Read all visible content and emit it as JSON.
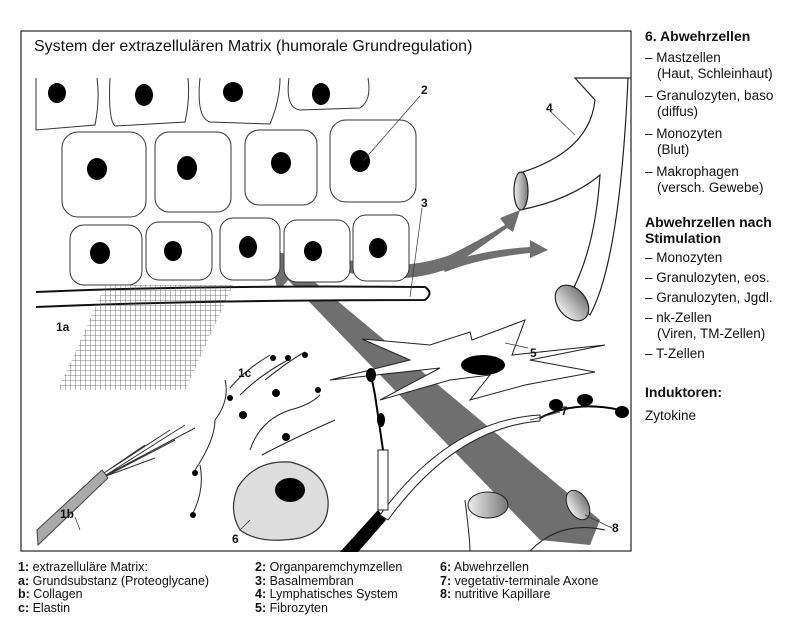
{
  "title": "System der extrazellulären Matrix (humorale Grundregulation)",
  "diagram_labels": {
    "l2": "2",
    "l3": "3",
    "l4": "4",
    "l5": "5",
    "l6": "6",
    "l7": "7",
    "l8": "8",
    "l1a": "1a",
    "l1b": "1b",
    "l1c": "1c"
  },
  "side_panel": {
    "heading1": "6. Abwehrzellen",
    "group1": [
      {
        "main": "– Mastzellen",
        "sub": "(Haut, Schleinhaut)"
      },
      {
        "main": "– Granulozyten, baso",
        "sub": "(diffus)"
      },
      {
        "main": "– Monozyten",
        "sub": "(Blut)"
      },
      {
        "main": "– Makrophagen",
        "sub": "(versch. Gewebe)"
      }
    ],
    "heading2": "Abwehrzellen nach Stimulation",
    "group2": [
      {
        "main": "– Monozyten"
      },
      {
        "main": "– Granulozyten, eos."
      },
      {
        "main": "– Granulozyten, Jgdl."
      },
      {
        "main": "– nk-Zellen",
        "sub": "(Viren, TM-Zellen)"
      },
      {
        "main": "– T-Zellen"
      }
    ],
    "heading3": "Induktoren:",
    "text3": "Zytokine"
  },
  "legend": {
    "col1": [
      {
        "key": "1:",
        "text": " extrazelluläre Matrix:"
      },
      {
        "key": "a:",
        "text": " Grundsubstanz (Proteoglycane)"
      },
      {
        "key": "b:",
        "text": " Collagen"
      },
      {
        "key": "c:",
        "text": " Elastin"
      }
    ],
    "col2": [
      {
        "key": "2:",
        "text": " Organparemchymzellen"
      },
      {
        "key": "3:",
        "text": " Basalmembran"
      },
      {
        "key": "4:",
        "text": " Lymphatisches System"
      },
      {
        "key": "5:",
        "text": " Fibrozyten"
      }
    ],
    "col3": [
      {
        "key": "6:",
        "text": " Abwehrzellen"
      },
      {
        "key": "7:",
        "text": " vegetativ-terminale Axone"
      },
      {
        "key": "8:",
        "text": " nutritive Kapillare"
      }
    ]
  }
}
